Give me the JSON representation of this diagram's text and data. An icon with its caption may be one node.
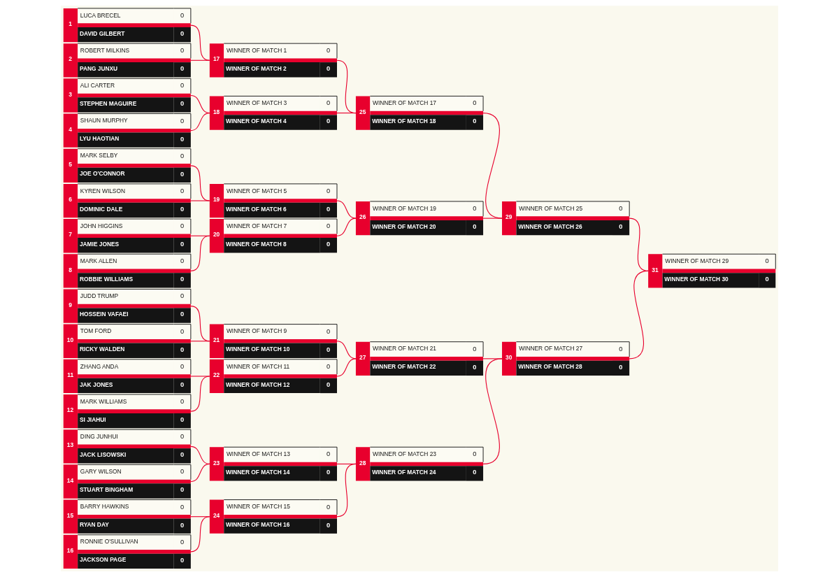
{
  "diagram": {
    "nodes": [
      {
        "text": [
          "1",
          "LUCA BRECEL",
          "0",
          "DAVID GILBERT",
          "0"
        ]
      },
      {
        "text": [
          "2",
          "ROBERT MILKINS",
          "0",
          "PANG JUNXU",
          "0"
        ]
      },
      {
        "text": [
          "3",
          "ALI CARTER",
          "0",
          "STEPHEN MAGUIRE",
          "0"
        ]
      },
      {
        "text": [
          "4",
          "SHAUN MURPHY",
          "0",
          "LYU HAOTIAN",
          "0"
        ]
      },
      {
        "text": [
          "5",
          "MARK SELBY",
          "0",
          "JOE O'CONNOR",
          "0"
        ]
      },
      {
        "text": [
          "6",
          "KYREN WILSON",
          "0",
          "DOMINIC DALE",
          "0"
        ]
      },
      {
        "text": [
          "7",
          "JOHN HIGGINS",
          "0",
          "JAMIE JONES",
          "0"
        ]
      },
      {
        "text": [
          "8",
          "MARK ALLEN",
          "0",
          "ROBBIE WILLIAMS",
          "0"
        ]
      },
      {
        "text": [
          "9",
          "JUDD TRUMP",
          "0",
          "HOSSEIN VAFAEI",
          "0"
        ]
      },
      {
        "text": [
          "10",
          "TOM FORD",
          "0",
          "RICKY WALDEN",
          "0"
        ]
      },
      {
        "text": [
          "11",
          "ZHANG ANDA",
          "0",
          "JAK JONES",
          "0"
        ]
      },
      {
        "text": [
          "12",
          "MARK WILLIAMS",
          "0",
          "SI JIAHUI",
          "0"
        ]
      },
      {
        "text": [
          "13",
          "DING JUNHUI",
          "0",
          "JACK LISOWSKI",
          "0"
        ]
      },
      {
        "text": [
          "14",
          "GARY WILSON",
          "0",
          "STUART BINGHAM",
          "0"
        ]
      },
      {
        "text": [
          "15",
          "BARRY HAWKINS",
          "0",
          "RYAN DAY",
          "0"
        ]
      },
      {
        "text": [
          "16",
          "RONNIE O'SULLIVAN",
          "0",
          "JACKSON PAGE",
          "0"
        ]
      },
      {
        "text": [
          "17",
          "WINNER OF MATCH 1",
          "0",
          "WINNER OF MATCH 2",
          "0"
        ]
      },
      {
        "text": [
          "18",
          "WINNER OF MATCH 3",
          "0",
          "WINNER OF MATCH 4",
          "0"
        ]
      },
      {
        "text": [
          "19",
          "WINNER OF MATCH 5",
          "0",
          "WINNER OF MATCH 6",
          "0"
        ]
      },
      {
        "text": [
          "20",
          "WINNER OF MATCH 7",
          "0",
          "WINNER OF MATCH 8",
          "0"
        ]
      },
      {
        "text": [
          "21",
          "WINNER OF MATCH 9",
          "0",
          "WINNER OF MATCH 10",
          "0"
        ]
      },
      {
        "text": [
          "22",
          "WINNER OF MATCH 11",
          "0",
          "WINNER OF MATCH 12",
          "0"
        ]
      },
      {
        "text": [
          "23",
          "WINNER OF MATCH 13",
          "0",
          "WINNER OF MATCH 14",
          "0"
        ]
      },
      {
        "text": [
          "24",
          "WINNER OF MATCH 15",
          "0",
          "WINNER OF MATCH 16",
          "0"
        ]
      },
      {
        "text": [
          "25",
          "WINNER OF MATCH 17",
          "0",
          "WINNER OF MATCH 18",
          "0"
        ]
      },
      {
        "text": [
          "26",
          "WINNER OF MATCH 19",
          "0",
          "WINNER OF MATCH 20",
          "0"
        ]
      },
      {
        "text": [
          "27",
          "WINNER OF MATCH 21",
          "0",
          "WINNER OF MATCH 22",
          "0"
        ]
      },
      {
        "text": [
          "28",
          "WINNER OF MATCH 23",
          "0",
          "WINNER OF MATCH 24",
          "0"
        ]
      },
      {
        "text": [
          "29",
          "WINNER OF MATCH 25",
          "0",
          "WINNER OF MATCH 26",
          "0"
        ]
      },
      {
        "text": [
          "30",
          "WINNER OF MATCH 27",
          "0",
          "WINNER OF MATCH 28",
          "0"
        ]
      },
      {
        "text": [
          "31",
          "WINNER OF MATCH 29",
          "0",
          "WINNER OF MATCH 30",
          "0"
        ]
      }
    ],
    "edges": [
      {
        "from": 0,
        "to": 16,
        "arrow": "none"
      },
      {
        "from": 1,
        "to": 16,
        "arrow": "none"
      },
      {
        "from": 2,
        "to": 17,
        "arrow": "none"
      },
      {
        "from": 3,
        "to": 17,
        "arrow": "none"
      },
      {
        "from": 4,
        "to": 18,
        "arrow": "none"
      },
      {
        "from": 5,
        "to": 18,
        "arrow": "none"
      },
      {
        "from": 6,
        "to": 19,
        "arrow": "none"
      },
      {
        "from": 7,
        "to": 19,
        "arrow": "none"
      },
      {
        "from": 8,
        "to": 20,
        "arrow": "none"
      },
      {
        "from": 9,
        "to": 20,
        "arrow": "none"
      },
      {
        "from": 10,
        "to": 21,
        "arrow": "none"
      },
      {
        "from": 11,
        "to": 21,
        "arrow": "none"
      },
      {
        "from": 12,
        "to": 22,
        "arrow": "none"
      },
      {
        "from": 13,
        "to": 22,
        "arrow": "none"
      },
      {
        "from": 14,
        "to": 23,
        "arrow": "none"
      },
      {
        "from": 15,
        "to": 23,
        "arrow": "none"
      },
      {
        "from": 16,
        "to": 24,
        "arrow": "none"
      },
      {
        "from": 17,
        "to": 24,
        "arrow": "none"
      },
      {
        "from": 18,
        "to": 25,
        "arrow": "none"
      },
      {
        "from": 19,
        "to": 25,
        "arrow": "none"
      },
      {
        "from": 20,
        "to": 26,
        "arrow": "none"
      },
      {
        "from": 21,
        "to": 26,
        "arrow": "none"
      },
      {
        "from": 22,
        "to": 27,
        "arrow": "none"
      },
      {
        "from": 23,
        "to": 27,
        "arrow": "none"
      },
      {
        "from": 24,
        "to": 28,
        "arrow": "none"
      },
      {
        "from": 25,
        "to": 28,
        "arrow": "none"
      },
      {
        "from": 26,
        "to": 29,
        "arrow": "none"
      },
      {
        "from": 27,
        "to": 29,
        "arrow": "none"
      },
      {
        "from": 28,
        "to": 30,
        "arrow": "none"
      },
      {
        "from": 29,
        "to": 30,
        "arrow": "none"
      }
    ]
  }
}
